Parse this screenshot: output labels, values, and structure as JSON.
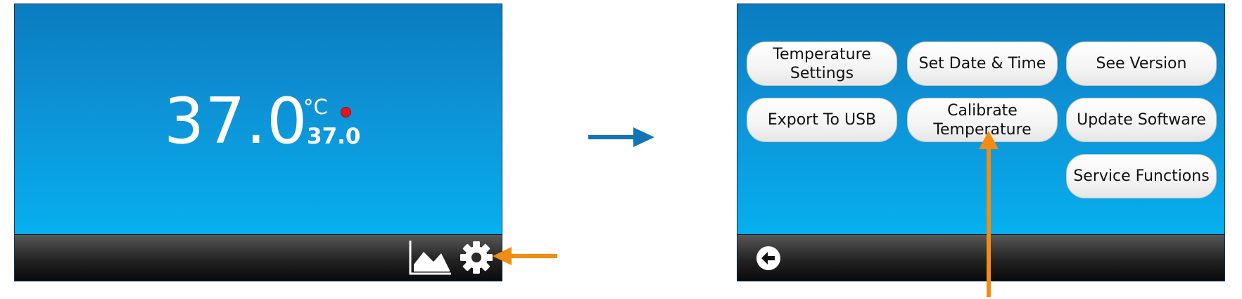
{
  "left_screen": {
    "temperature": "37.0",
    "unit": "°C",
    "setpoint": "37.0",
    "status_dot_color": "#e8121b",
    "toolbar": {
      "graph_icon": "area-chart-icon",
      "settings_icon": "gear-icon"
    }
  },
  "right_screen": {
    "menu": [
      {
        "label": "Temperature\nSettings"
      },
      {
        "label": "Set Date & Time"
      },
      {
        "label": "See Version"
      },
      {
        "label": "Export To USB"
      },
      {
        "label": "Calibrate\nTemperature"
      },
      {
        "label": "Update Software"
      },
      {
        "label": "Service Functions"
      }
    ],
    "toolbar": {
      "back_icon": "back-arrow-icon"
    }
  },
  "annotations": {
    "transition_arrow_color": "#1275b8",
    "highlight_arrow_color": "#f28c12"
  }
}
